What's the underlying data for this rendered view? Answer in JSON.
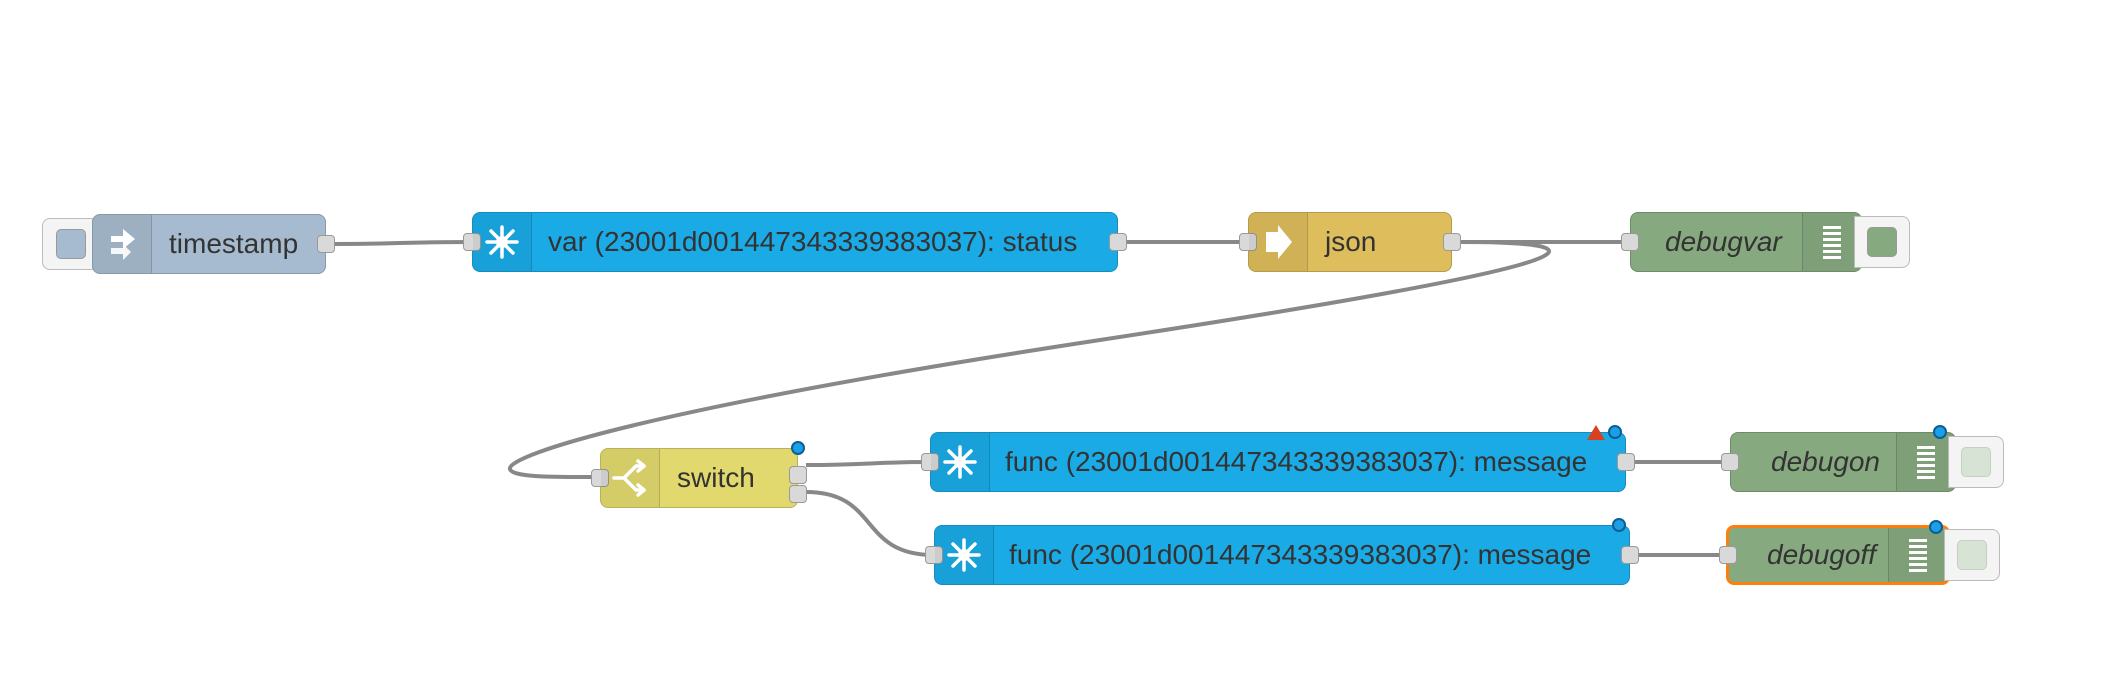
{
  "colors": {
    "inject": "#a6bbcf",
    "function": "#1aabe6",
    "json": "#debd5c",
    "switch": "#e2d96e",
    "debug": "#87a980",
    "wire": "#888888",
    "selected_border": "#ff7f0e",
    "status_dot": "#1e9ee6"
  },
  "nodes": {
    "timestamp": {
      "label": "timestamp",
      "type": "inject",
      "icon": "arrow-in-icon"
    },
    "var_status": {
      "label": "var (23001d001447343339383037): status",
      "type": "function",
      "icon": "spark-icon"
    },
    "json": {
      "label": "json",
      "type": "json",
      "icon": "arrow-right-icon"
    },
    "debugvar": {
      "label": "debugvar",
      "type": "debug",
      "icon": "list-icon"
    },
    "switch": {
      "label": "switch",
      "type": "switch",
      "icon": "switch-icon"
    },
    "func_message_1": {
      "label": "func (23001d001447343339383037): message",
      "type": "function",
      "icon": "spark-icon"
    },
    "func_message_2": {
      "label": "func (23001d001447343339383037): message",
      "type": "function",
      "icon": "spark-icon"
    },
    "debugon": {
      "label": "debugon",
      "type": "debug",
      "icon": "list-icon"
    },
    "debugoff": {
      "label": "debugoff",
      "type": "debug",
      "icon": "list-icon"
    }
  }
}
